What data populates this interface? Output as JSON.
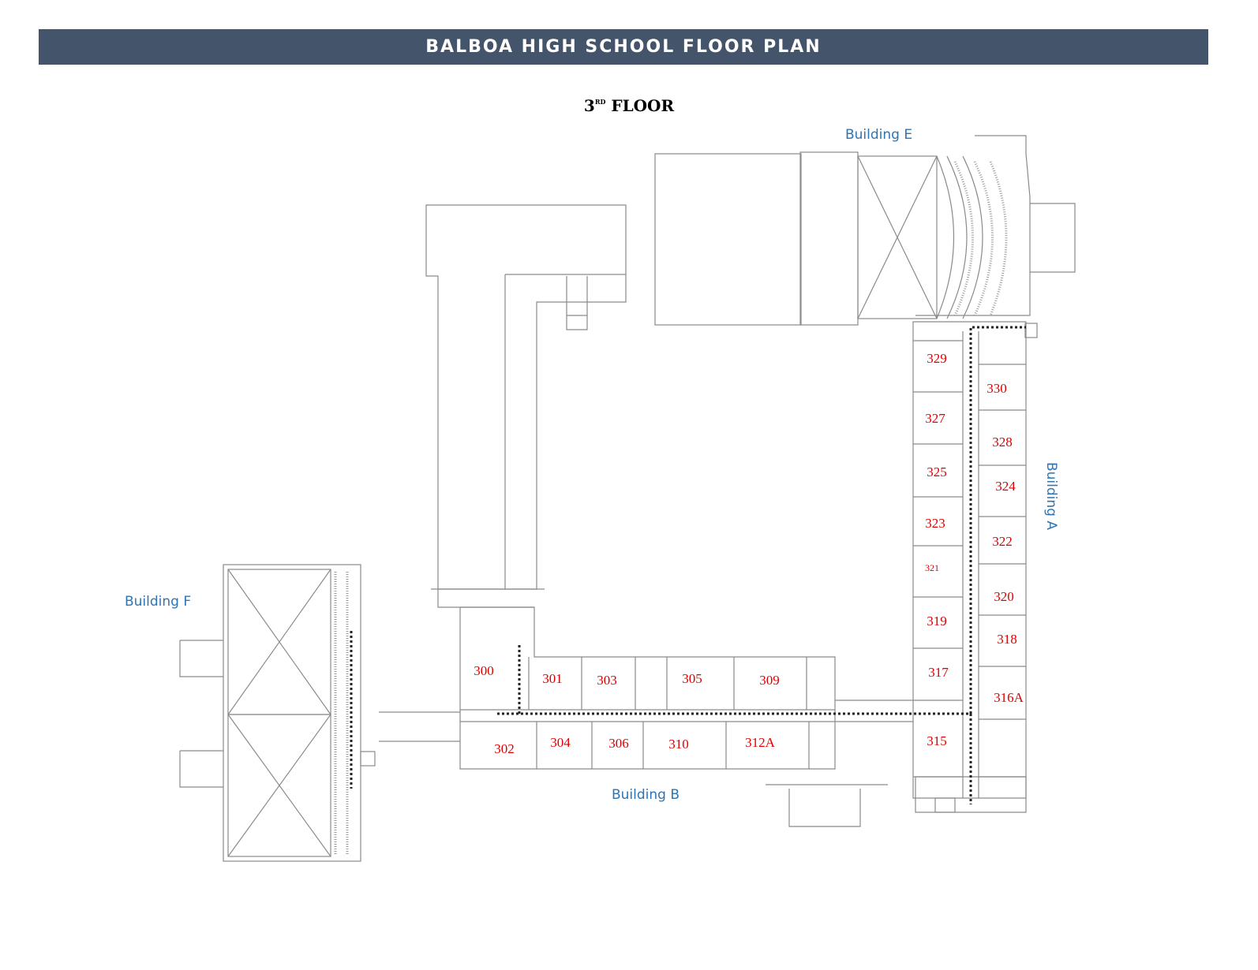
{
  "header": {
    "title": "BALBOA HIGH SCHOOL FLOOR PLAN"
  },
  "floor": {
    "number": "3",
    "suffix": "RD",
    "label": "FLOOR"
  },
  "buildings": {
    "e": "Building E",
    "a": "Building A",
    "f": "Building F",
    "b": "Building B"
  },
  "rooms": [
    "300",
    "301",
    "302",
    "303",
    "304",
    "305",
    "306",
    "309",
    "310",
    "312A",
    "315",
    "316A",
    "317",
    "318",
    "319",
    "320",
    "321",
    "322",
    "323",
    "324",
    "325",
    "327",
    "328",
    "329",
    "330"
  ],
  "colors": {
    "banner": "#44546a",
    "room_label": "#e00000",
    "building_label": "#2e74b5"
  }
}
